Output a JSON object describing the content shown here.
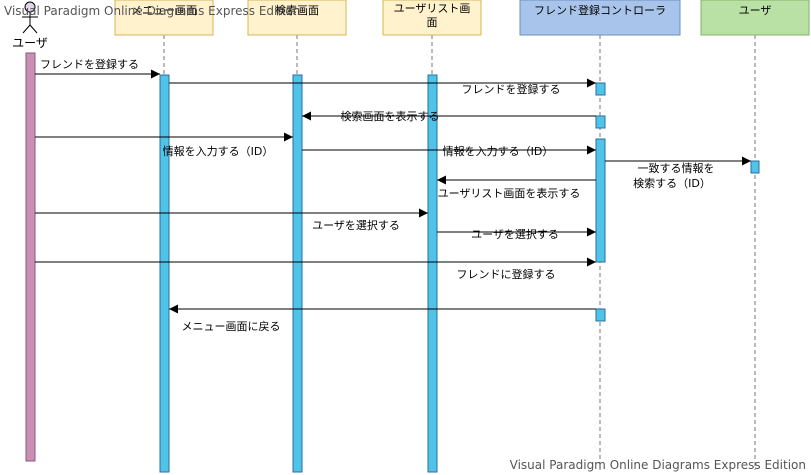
{
  "watermark": "Visual Paradigm Online Diagrams Express Edition",
  "actor": {
    "name": "ユーザ"
  },
  "lifelines": [
    {
      "id": "menu",
      "title_lines": [
        "メニュー画面"
      ],
      "color": "#fff2cc",
      "border": "#d6b656"
    },
    {
      "id": "search",
      "title_lines": [
        "検索画面"
      ],
      "color": "#fff2cc",
      "border": "#d6b656"
    },
    {
      "id": "userlist",
      "title_lines": [
        "ユーザリスト画",
        "面"
      ],
      "color": "#fff2cc",
      "border": "#d6b656"
    },
    {
      "id": "controller",
      "title_lines": [
        "フレンド登録コントローラ"
      ],
      "color": "#a9c4eb",
      "border": "#6c8ebf"
    },
    {
      "id": "user",
      "title_lines": [
        "ユーザ"
      ],
      "color": "#b9e0a5",
      "border": "#82b366"
    }
  ],
  "colors": {
    "activation": "#4fc3e8",
    "activation_border": "#2a6fa3",
    "actor_activation": "#c98fb5"
  },
  "messages": [
    {
      "id": "m1",
      "from": "actor",
      "to": "menu",
      "lines": [
        "フレンドを登録する"
      ]
    },
    {
      "id": "m2",
      "from": "menu",
      "to": "controller",
      "lines": [
        "フレンドを登録する"
      ]
    },
    {
      "id": "m3",
      "from": "controller",
      "to": "search",
      "lines": [
        "検索画面を表示する"
      ]
    },
    {
      "id": "m4",
      "from": "actor",
      "to": "search",
      "lines": [
        "情報を入力する（ID）"
      ]
    },
    {
      "id": "m5",
      "from": "search",
      "to": "controller",
      "lines": [
        "情報を入力する（ID）"
      ]
    },
    {
      "id": "m6",
      "from": "controller",
      "to": "user",
      "lines": [
        "一致する情報を",
        "検索する（ID）"
      ]
    },
    {
      "id": "m7",
      "from": "controller",
      "to": "userlist",
      "lines": [
        "ユーザリスト画面を表示する"
      ]
    },
    {
      "id": "m8",
      "from": "actor",
      "to": "userlist",
      "lines": [
        "ユーザを選択する"
      ]
    },
    {
      "id": "m9",
      "from": "userlist",
      "to": "controller",
      "lines": [
        "ユーザを選択する"
      ]
    },
    {
      "id": "m10",
      "from": "actor",
      "to": "controller",
      "lines": [
        "フレンドに登録する"
      ]
    },
    {
      "id": "m11",
      "from": "controller",
      "to": "menu",
      "lines": [
        "メニュー画面に戻る"
      ]
    }
  ]
}
